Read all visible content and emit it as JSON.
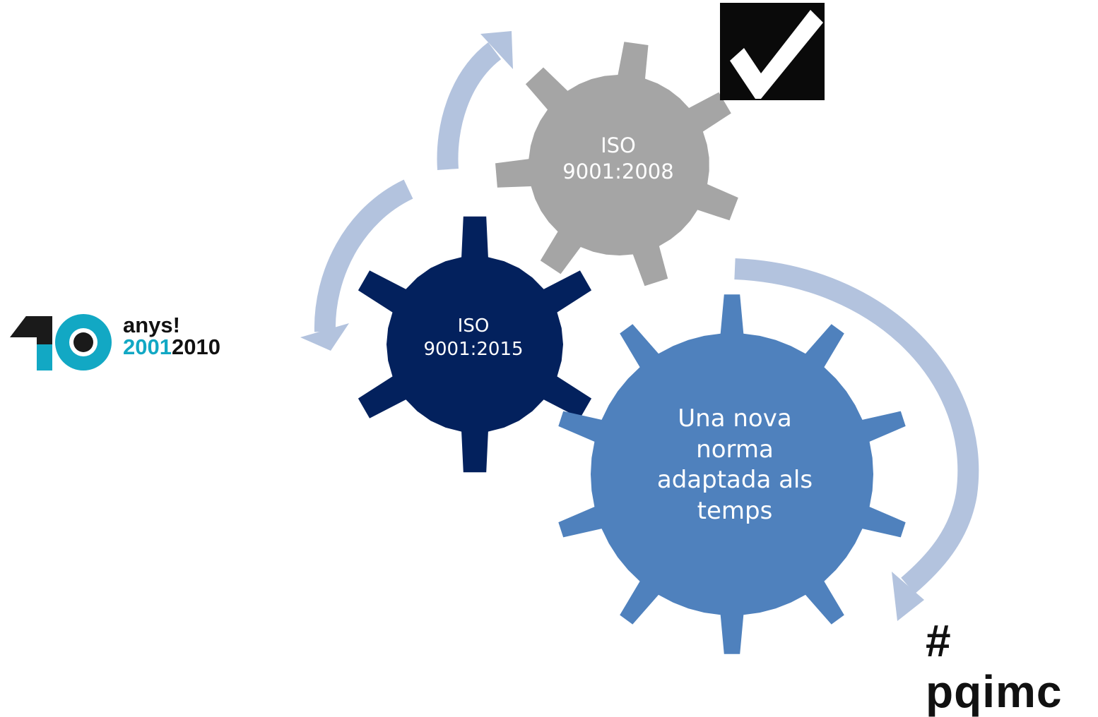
{
  "gears": {
    "gray": {
      "label": "ISO\n9001:2008",
      "color": "#a5a5a5"
    },
    "navy": {
      "label": "ISO\n9001:2015",
      "color": "#03215d"
    },
    "blue": {
      "label": "Una nova\nnorma\nadaptada als\ntemps",
      "color": "#4f81bd"
    }
  },
  "arrow_color": "#b3c3de",
  "logo": {
    "anys": "anys!",
    "year_start": "2001",
    "year_end": "2010",
    "teal": "#12a8c4"
  },
  "hashtag": "# pqimc",
  "checkmark_icon": "check-icon"
}
